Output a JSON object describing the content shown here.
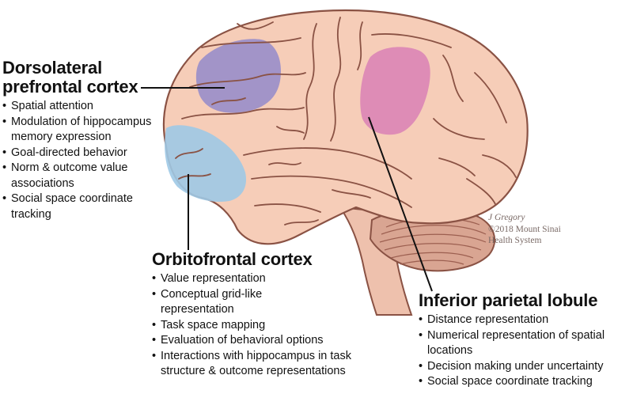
{
  "regions": {
    "dlpfc": {
      "title_line1": "Dorsolateral",
      "title_line2": "prefrontal cortex",
      "color": "#8f88cc",
      "items": [
        "Spatial attention",
        "Modulation of hippocampus memory expression",
        "Goal-directed behavior",
        "Norm & outcome value associations",
        "Social space coordinate tracking"
      ]
    },
    "ofc": {
      "title": "Orbitofrontal cortex",
      "color": "#9fc9e6",
      "items": [
        "Value representation",
        "Conceptual grid-like representation",
        "Task space mapping",
        "Evaluation of behavioral options",
        "Interactions with hippocampus in task structure & outcome representations"
      ]
    },
    "ipl": {
      "title": "Inferior parietal lobule",
      "color": "#d77ab6",
      "items": [
        "Distance representation",
        "Numerical representation of spatial locations",
        "Decision making under uncertainty",
        "Social space coordinate tracking"
      ]
    }
  },
  "credit": {
    "line1": "J Gregory",
    "line2": "©2018 Mount Sinai",
    "line3": "Health System"
  },
  "colors": {
    "brain_fill": "#f6cdb8",
    "brain_outline": "#8a5244",
    "cerebellum_fill": "#d9a592",
    "leader_line": "#111111"
  }
}
